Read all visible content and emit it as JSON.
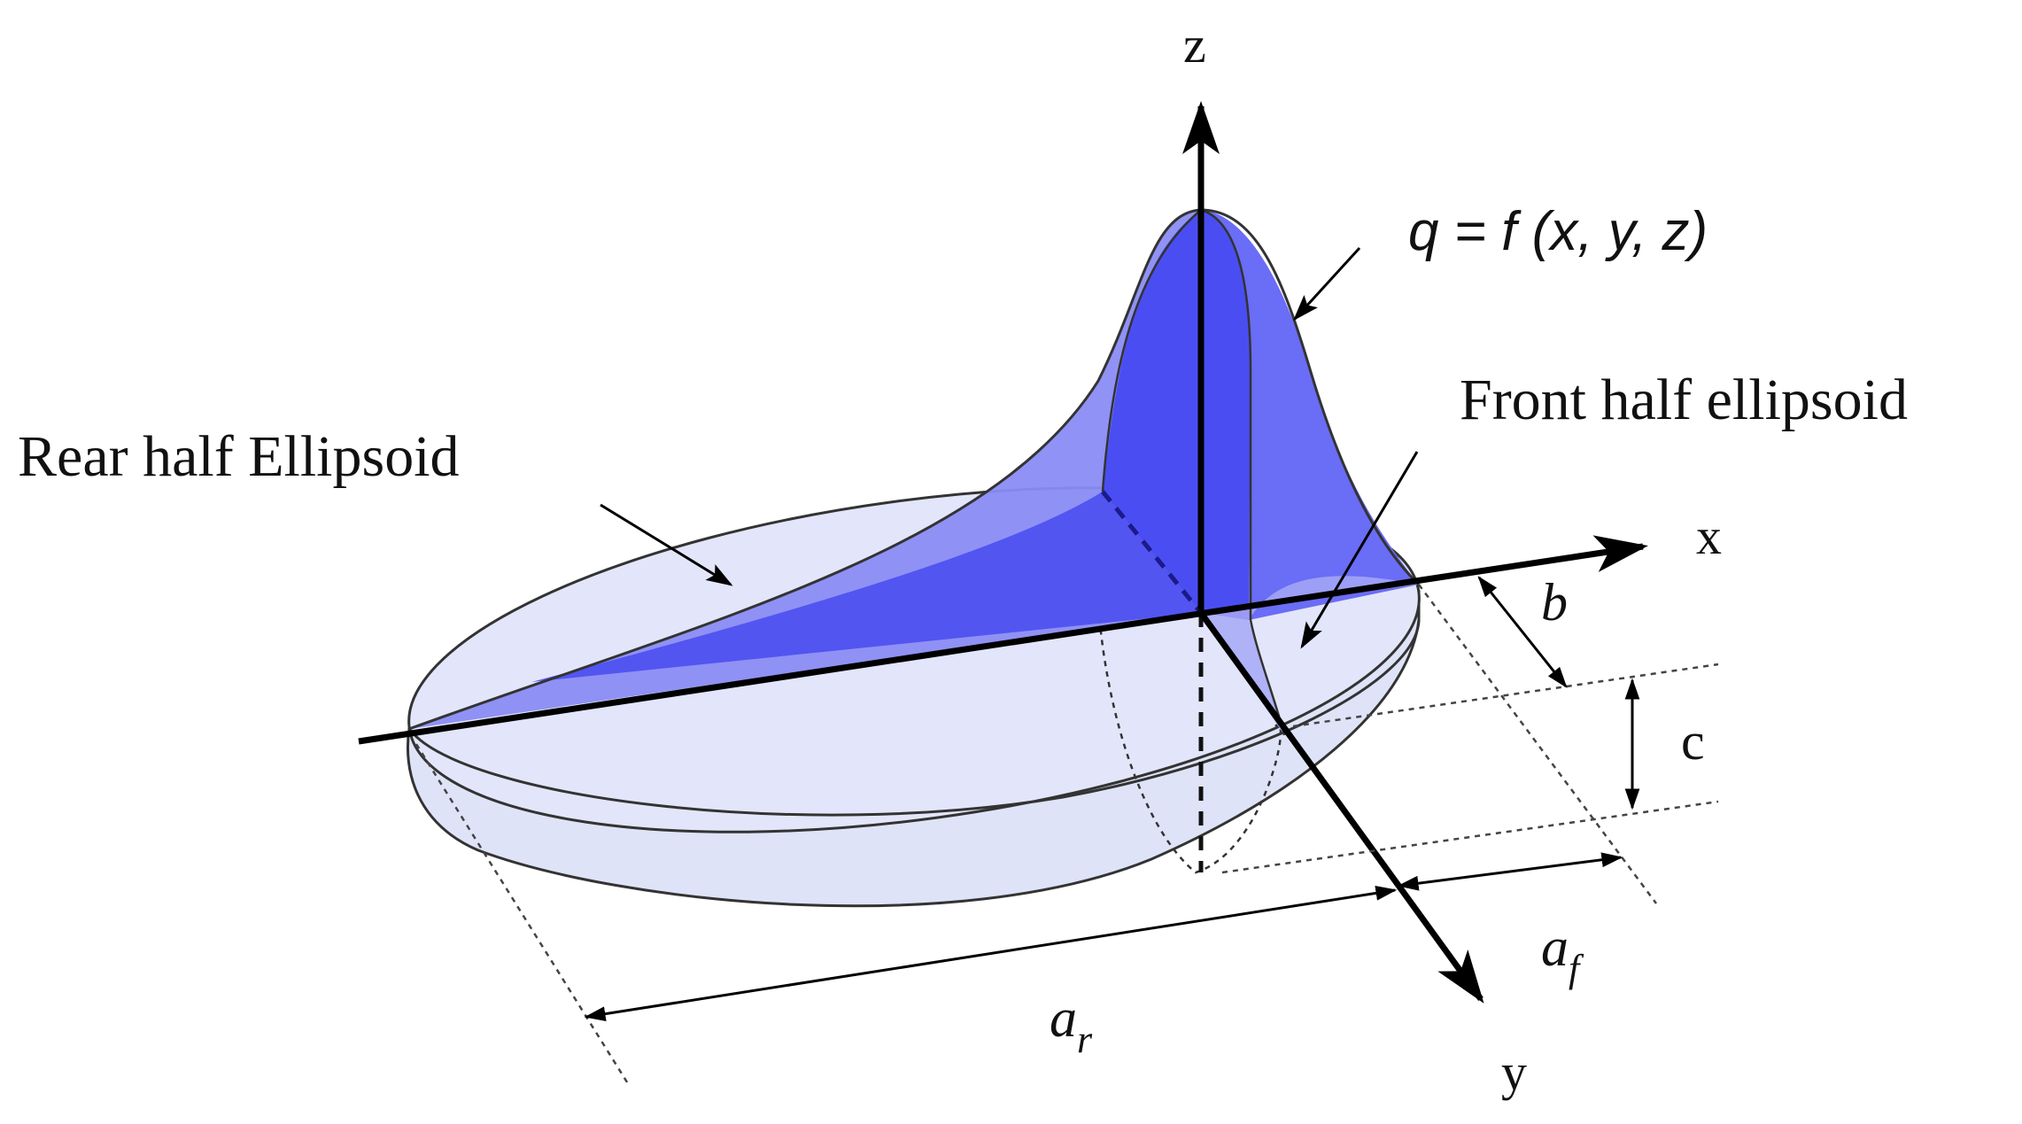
{
  "labels": {
    "axis_z": "z",
    "axis_x": "x",
    "axis_y": "y",
    "equation": "q = f (x, y, z)",
    "front": "Front half ellipsoid",
    "rear": "Rear half Ellipsoid",
    "b": "b",
    "c": "c",
    "af_main": "a",
    "af_sub": "f",
    "ar_main": "a",
    "ar_sub": "r"
  },
  "colors": {
    "ellipsoid_fill": "#dfe3f8",
    "heat_dark": "#4b4ff0",
    "heat_light": "#8a8cf4",
    "stroke": "#333333"
  }
}
